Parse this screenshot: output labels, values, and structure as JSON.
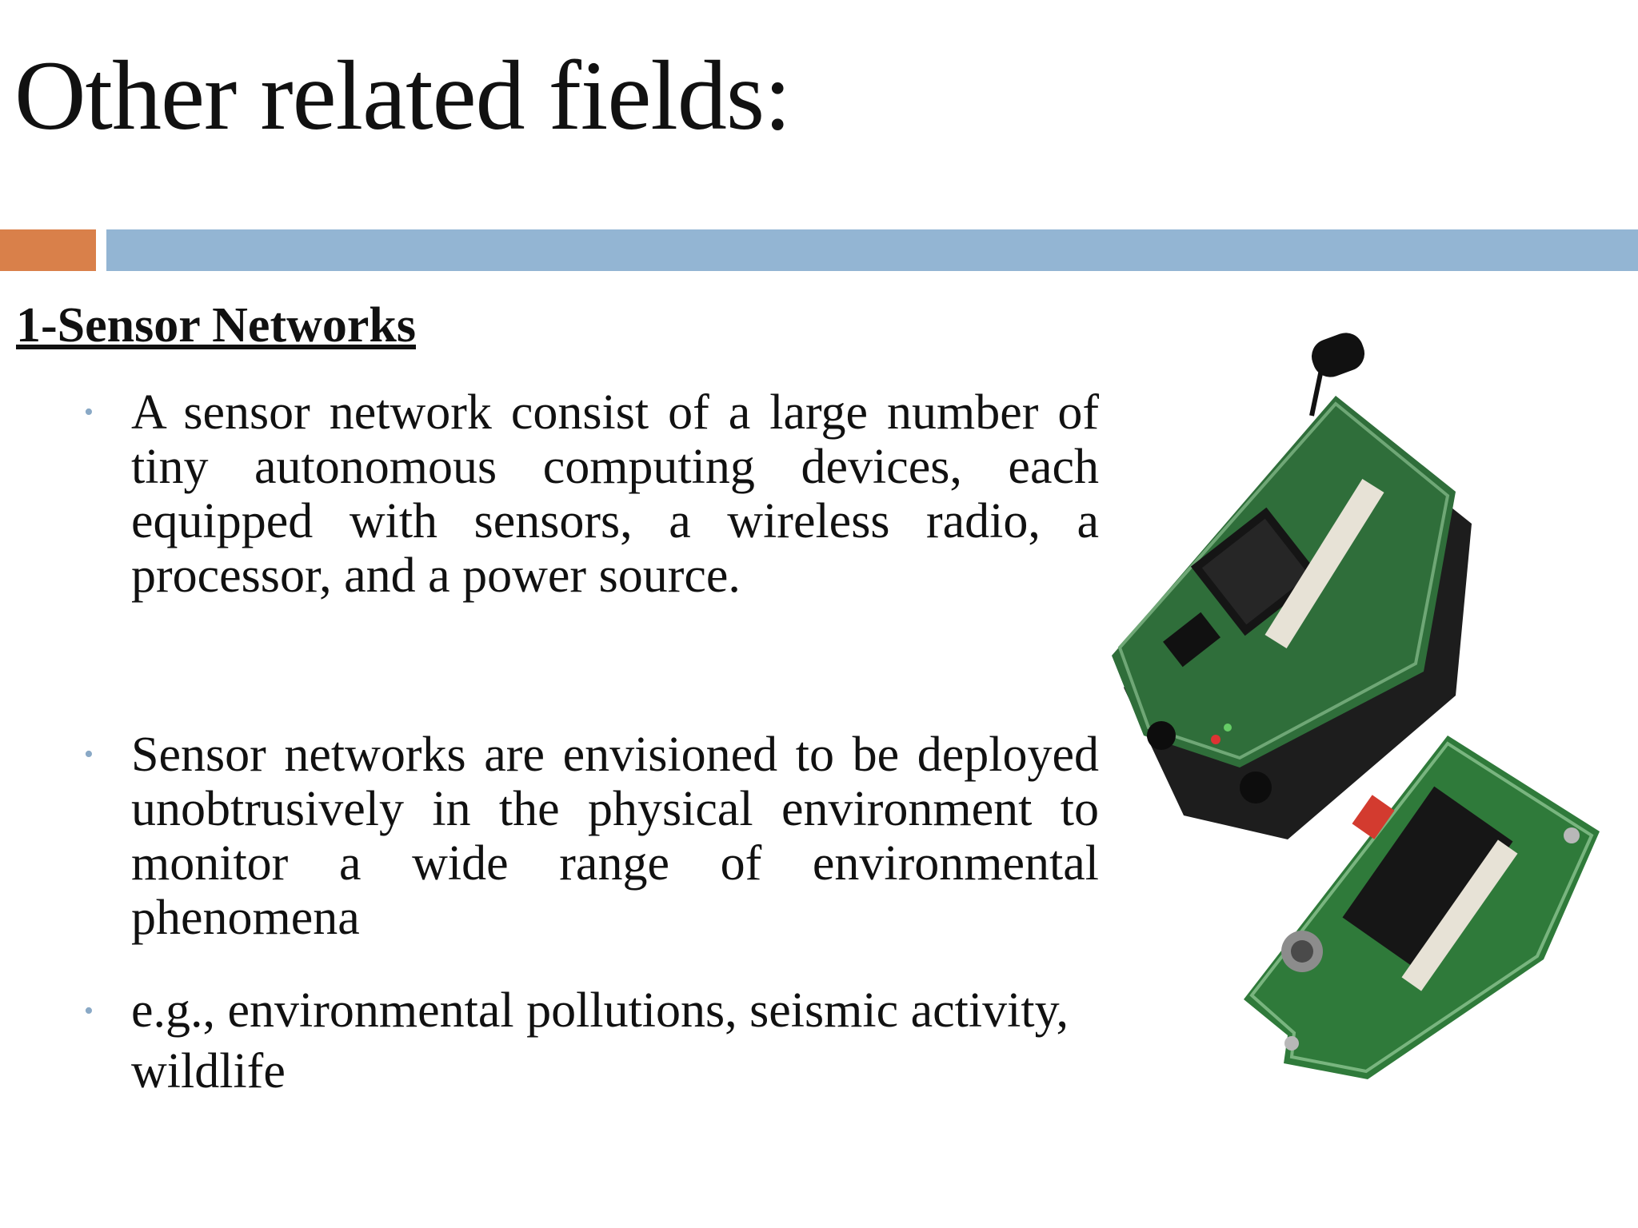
{
  "slide": {
    "title": "Other related fields:",
    "section_heading": "1-Sensor Networks",
    "bullets": [
      "A sensor network consist of a large number of tiny autonomous computing devices, each equipped with sensors, a wireless radio, a processor, and a power source.",
      "Sensor networks are envisioned to be deployed unobtrusively in the physical environment to monitor a wide range of environmental phenomena",
      "e.g., environmental pollutions, seismic activity, wildlife"
    ],
    "bullet_glyph": "•"
  },
  "colors": {
    "accent_orange": "#d9804a",
    "accent_blue": "#93b5d3",
    "pcb_green": "#2f6e3a"
  },
  "image": {
    "subject": "sensor-node-boards-photo"
  }
}
